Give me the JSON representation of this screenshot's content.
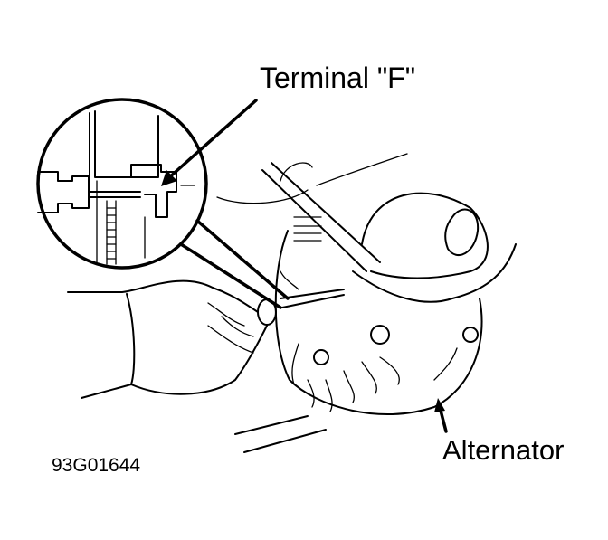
{
  "labels": {
    "terminal": "Terminal \"F\"",
    "alternator": "Alternator",
    "figure_id": "93G01644"
  }
}
